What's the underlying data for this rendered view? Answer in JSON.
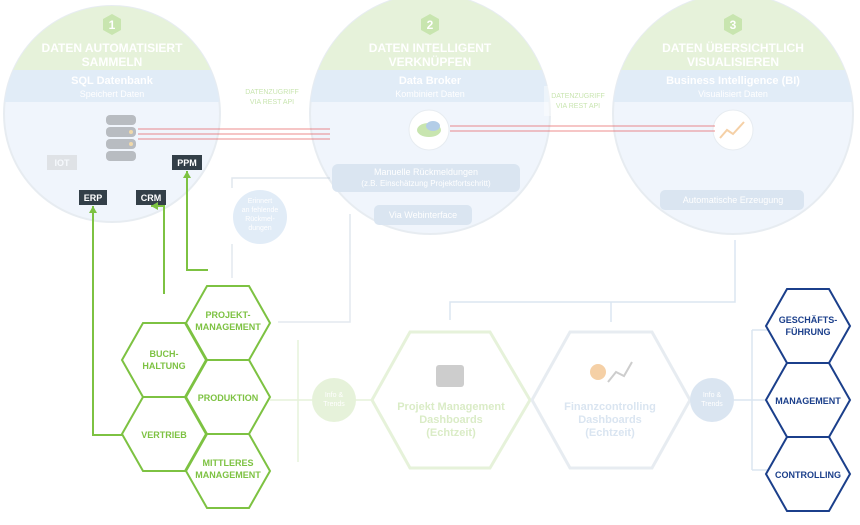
{
  "stages": [
    {
      "number": "1",
      "title_line1": "DATEN AUTOMATISIERT",
      "title_line2": "SAMMELN",
      "system": "SQL Datenbank",
      "subtitle": "Speichert Daten"
    },
    {
      "number": "2",
      "title_line1": "DATEN INTELLIGENT",
      "title_line2": "VERKNÜPFEN",
      "system": "Data Broker",
      "subtitle": "Kombiniert Daten"
    },
    {
      "number": "3",
      "title_line1": "DATEN ÜBERSICHTLICH",
      "title_line2": "VISUALISIEREN",
      "system": "Business Intelligence (BI)",
      "subtitle": "Visualisiert Daten"
    }
  ],
  "connectors": [
    {
      "line1": "DATENZUGRIFF",
      "line2": "VIA REST API"
    },
    {
      "line1": "DATENZUGRIFF",
      "line2": "VIA REST API"
    }
  ],
  "sources": {
    "iot": "IOT",
    "ppm": "PPM",
    "erp": "ERP",
    "crm": "CRM"
  },
  "broker": {
    "manual_line1": "Manuelle Rückmeldungen",
    "manual_line2": "(z.B. Einschätzung Projektfortschritt)",
    "web": "Via Webinterface"
  },
  "bi": {
    "auto": "Automatische Erzeugung"
  },
  "reminder": {
    "l1": "Erinnert",
    "l2": "an fehlende",
    "l3": "Rückmel-",
    "l4": "dungen"
  },
  "green_hex": {
    "projekt_l1": "PROJEKT-",
    "projekt_l2": "MANAGEMENT",
    "buch_l1": "BUCH-",
    "buch_l2": "HALTUNG",
    "produktion": "PRODUKTION",
    "vertrieb": "VERTRIEB",
    "mittleres_l1": "MITTLERES",
    "mittleres_l2": "MANAGEMENT"
  },
  "dashboards": {
    "pm_l1": "Projekt Management",
    "pm_l2": "Dashboards",
    "pm_l3": "(Echtzeit)",
    "fin_l1": "Finanzcontrolling",
    "fin_l2": "Dashboards",
    "fin_l3": "(Echtzeit)"
  },
  "info": {
    "l1": "Info &",
    "l2": "Trends"
  },
  "blue_hex": {
    "gf_l1": "GESCHÄFTS-",
    "gf_l2": "FÜHRUNG",
    "management": "MANAGEMENT",
    "controlling": "CONTROLLING"
  },
  "colors": {
    "green": "#7dc242",
    "navy": "#1b3f8b",
    "circle": "#dce9f8",
    "teal": "#3a6f8f",
    "dark": "#333f48"
  }
}
